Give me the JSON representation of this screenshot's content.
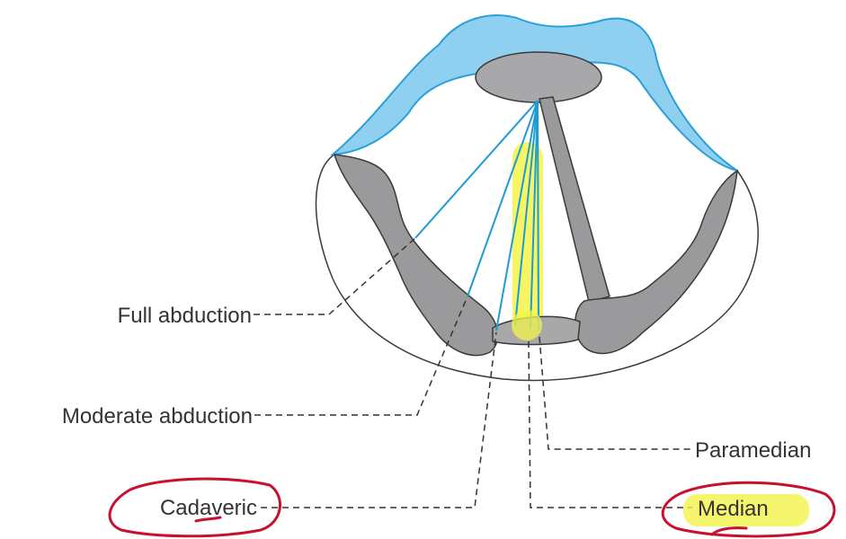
{
  "labels": {
    "full_abduction": "Full abduction",
    "moderate_abduction": "Moderate abduction",
    "cadaveric": "Cadaveric",
    "paramedian": "Paramedian",
    "median": "Median"
  },
  "colors": {
    "epiglottis": "#8fd0f0",
    "epiglottis_edge": "#2aa0d8",
    "cartilage": "#9a9a9c",
    "cartilage_edge": "#3a3a3a",
    "cord_lines": "#1e9bd4",
    "highlight": "#f4f44a",
    "annotation": "#c8102e",
    "label_text": "#333333",
    "leader": "#333333"
  }
}
